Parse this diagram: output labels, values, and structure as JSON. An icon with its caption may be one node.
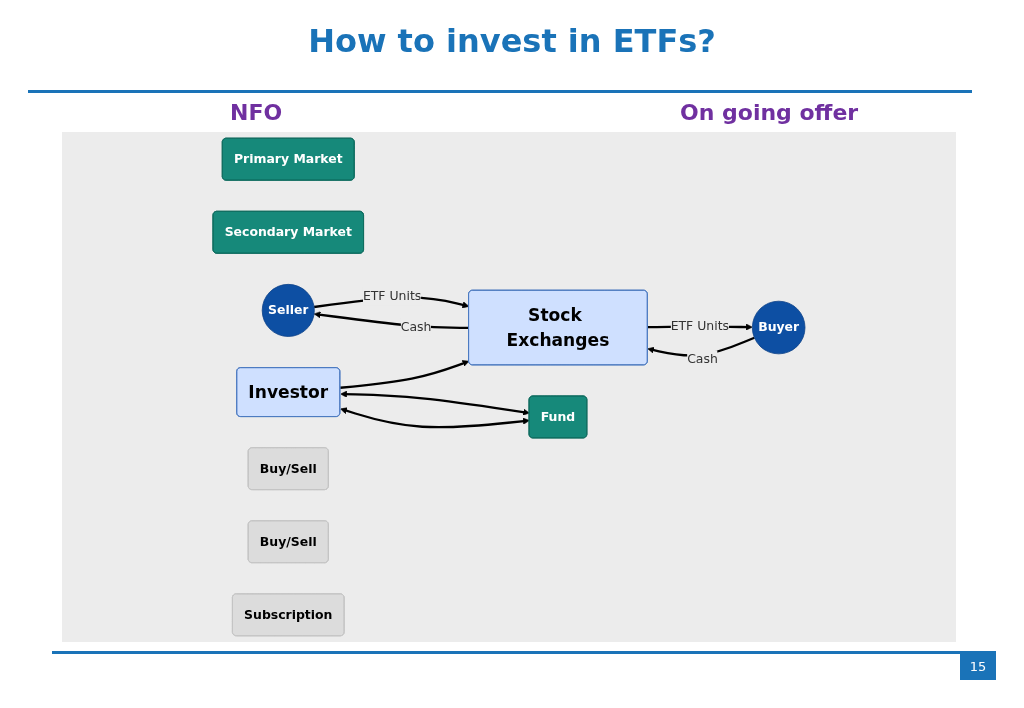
{
  "diagram": {
    "title": "How to invest in ETFs?",
    "nodes": [
      {
        "text": [
          "Primary Market"
        ]
      },
      {
        "text": [
          "Secondary Market"
        ]
      },
      {
        "text": [
          "Seller"
        ]
      },
      {
        "text": [
          "Investor"
        ]
      },
      {
        "text": [
          "Buy/Sell"
        ]
      },
      {
        "text": [
          "Buy/Sell"
        ]
      },
      {
        "text": [
          "Stock Exchanges"
        ]
      },
      {
        "text": [
          "Subscription"
        ]
      },
      {
        "text": [
          "Fund"
        ]
      },
      {
        "text": [
          "Buyer"
        ]
      }
    ],
    "edges": [
      {
        "from": 3,
        "to": 6,
        "arrow": "to"
      },
      {
        "from": 6,
        "to": 2,
        "label": "Cash",
        "arrow": "to"
      },
      {
        "from": 2,
        "to": 6,
        "label": "ETF Units",
        "arrow": "to"
      },
      {
        "from": 9,
        "to": 6,
        "label": "Cash",
        "arrow": "to"
      },
      {
        "from": 6,
        "to": 9,
        "label": "ETF Units",
        "arrow": "to"
      },
      {
        "from": 3,
        "to": 8,
        "arrow": "both"
      },
      {
        "from": 3,
        "to": 8,
        "arrow": "both"
      }
    ],
    "labels": [
      "NFO",
      "On going offer",
      "15"
    ]
  }
}
